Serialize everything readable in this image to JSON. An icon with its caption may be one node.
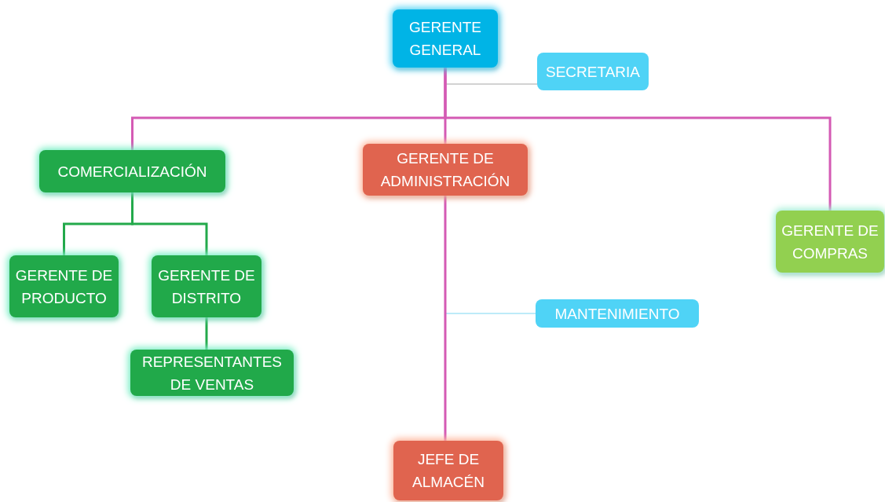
{
  "diagram": {
    "nodes": [
      {
        "text": [
          "GERENTE GENERAL"
        ]
      },
      {
        "text": [
          "SECRETARIA"
        ]
      },
      {
        "text": [
          "COMERCIALIZACIÓN"
        ]
      },
      {
        "text": [
          "GERENTE DE ADMINISTRACIÓN"
        ]
      },
      {
        "text": [
          "GERENTE DE COMPRAS"
        ]
      },
      {
        "text": [
          "GERENTE DE PRODUCTO"
        ]
      },
      {
        "text": [
          "GERENTE DE DISTRITO"
        ]
      },
      {
        "text": [
          "REPRESENTANTES DE VENTAS"
        ]
      },
      {
        "text": [
          "MANTENIMIENTO"
        ]
      },
      {
        "text": [
          "JEFE DE ALMACÉN"
        ]
      }
    ],
    "edges": [
      {
        "from": 0,
        "to": 1,
        "arrow": "none",
        "color": "#a6a6a6"
      },
      {
        "from": 0,
        "to": 2,
        "arrow": "none"
      },
      {
        "from": 0,
        "to": 3,
        "arrow": "none"
      },
      {
        "from": 0,
        "to": 4,
        "arrow": "none"
      },
      {
        "from": 2,
        "to": 5,
        "arrow": "none",
        "color": "#23a94b"
      },
      {
        "from": 2,
        "to": 6,
        "arrow": "none",
        "color": "#23a94b"
      },
      {
        "from": 6,
        "to": 7,
        "arrow": "none",
        "color": "#23a94b"
      },
      {
        "from": 3,
        "to": 8,
        "arrow": "none",
        "color": "#7dd6f2"
      },
      {
        "from": 3,
        "to": 9,
        "arrow": "none"
      }
    ]
  }
}
